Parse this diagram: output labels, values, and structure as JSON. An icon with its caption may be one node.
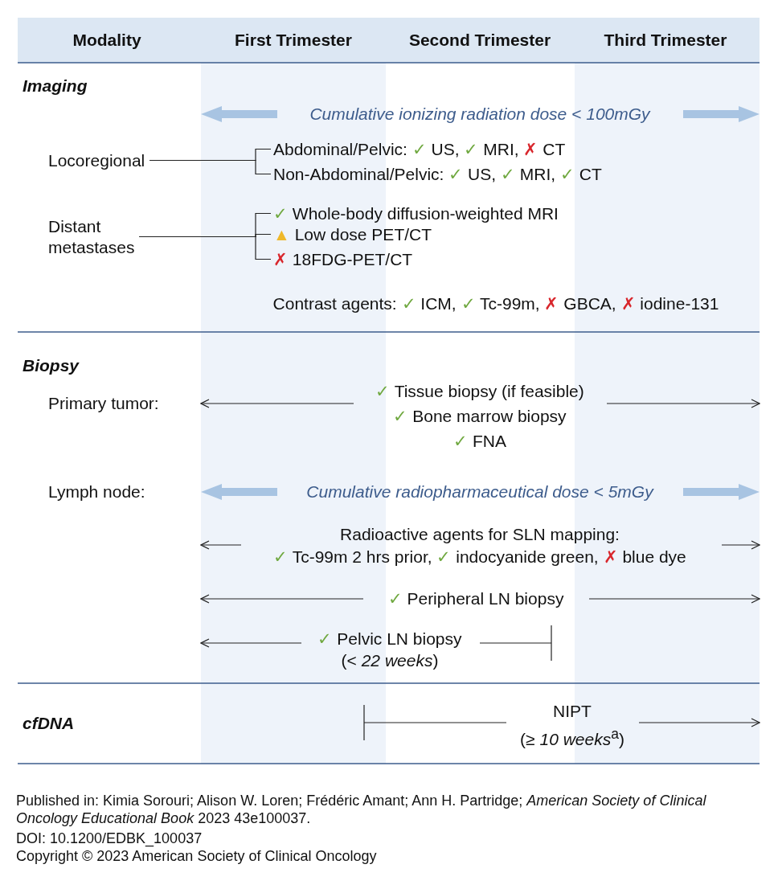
{
  "diagram": {
    "caption": "Published in: Kimia Sorouri; Alison W. Loren; Frédéric Amant; Ann H. Partridge; *American Society of Clinical Oncology Educational Book* 2023 43e100037.",
    "nodes": [
      {
        "text": [
          "Locoregional"
        ]
      },
      {
        "text": [
          "Abdominal/Pelvic: ✓ US, ✓ MRI, ✗ CT"
        ]
      },
      {
        "text": [
          "Non-Abdominal/Pelvic: ✓ US, ✓ MRI, ✓ CT"
        ]
      },
      {
        "text": [
          "Distant metastases"
        ]
      },
      {
        "text": [
          "✓ Whole-body diffusion-weighted MRI"
        ]
      },
      {
        "text": [
          "▲ Low dose PET/CT"
        ]
      },
      {
        "text": [
          "✗ 18FDG-PET/CT"
        ]
      }
    ],
    "edges": [
      {
        "from": 0,
        "to": 1,
        "arrow": "none"
      },
      {
        "from": 0,
        "to": 2,
        "arrow": "none"
      },
      {
        "from": 3,
        "to": 4,
        "arrow": "none"
      },
      {
        "from": 3,
        "to": 5,
        "arrow": "none"
      },
      {
        "from": 3,
        "to": 6,
        "arrow": "none"
      }
    ],
    "labels": [
      "Modality",
      "First Trimester",
      "Second Trimester",
      "Third Trimester",
      "Imaging",
      "Cumulative ionizing radiation dose < 100mGy",
      "Contrast agents: ✓ ICM, ✓ Tc-99m, ✗ GBCA, ✗ iodine-131",
      "Biopsy",
      "Primary tumor:",
      "✓ Tissue biopsy (if feasible)",
      "✓ Bone marrow biopsy",
      "✓ FNA",
      "Lymph node:",
      "Cumulative radiopharmaceutical dose < 5mGy",
      "Radioactive agents for SLN mapping:",
      "✓ Tc-99m 2 hrs prior, ✓ indocyanide green, ✗ blue dye",
      "✓ Peripheral LN biopsy",
      "✓ Pelvic LN biopsy",
      "(< *22 weeks*)",
      "cfDNA",
      "NIPT",
      "(≥ *10 weeks*$^{a}$)",
      "DOI: 10.1200/EDBK_100037",
      "Copyright © 2023 American Society of Clinical Oncology"
    ]
  }
}
